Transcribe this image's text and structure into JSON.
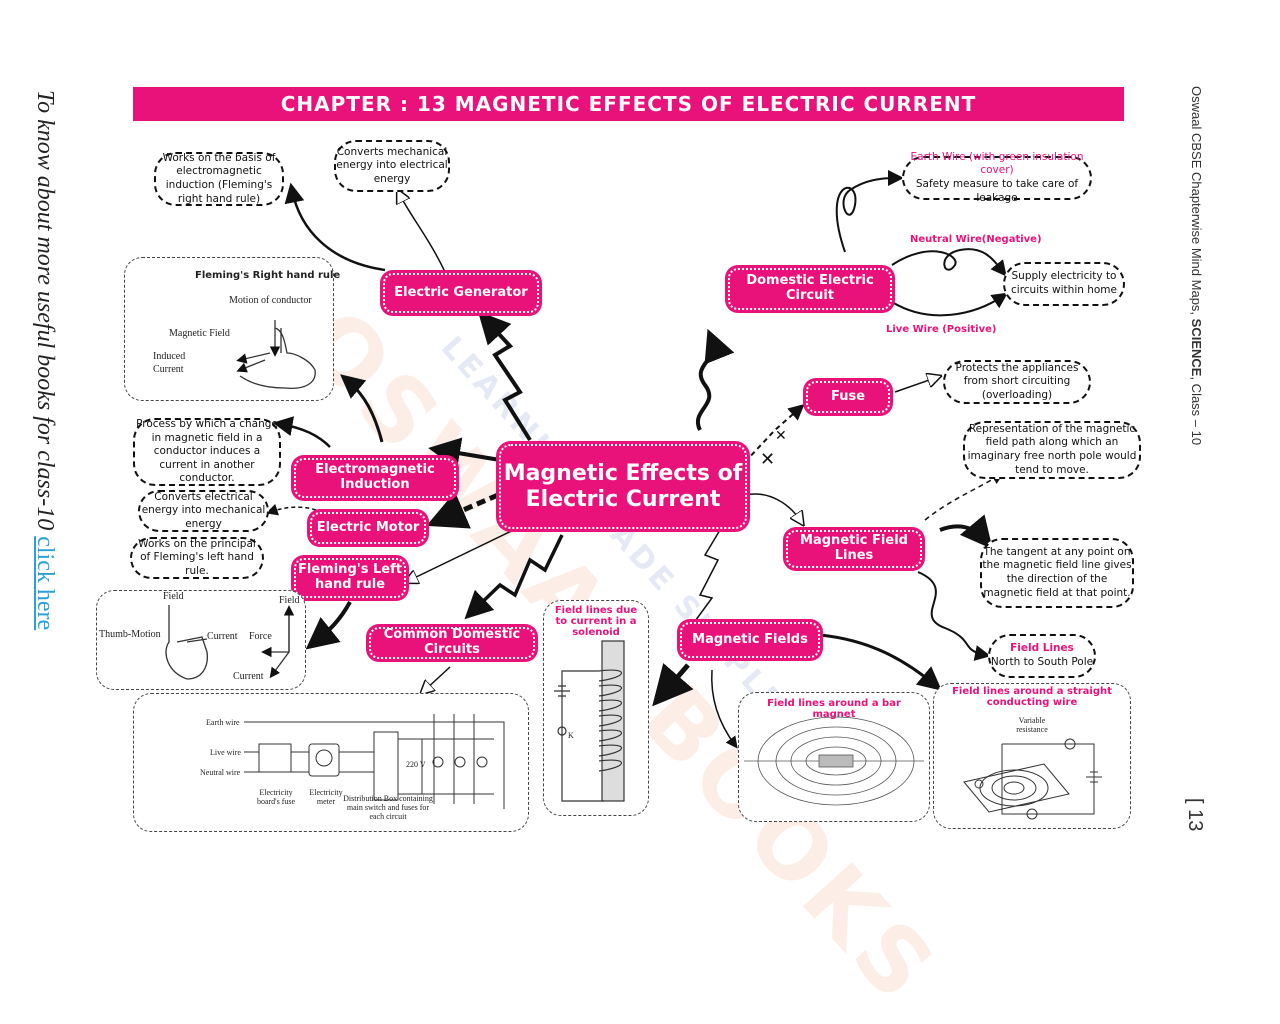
{
  "banner": "CHAPTER : 13 MAGNETIC EFFECTS OF ELECTRIC CURRENT",
  "side": {
    "left_text": "To know about more useful books for class-10 ",
    "left_link": "click here",
    "right_prefix": "Oswaal CBSE Chapterwise Mind Maps, ",
    "right_bold": "SCIENCE",
    "right_suffix": ", Class – 10",
    "page_number": "[ 13"
  },
  "watermark": {
    "main": "OSWAAL BOOKS",
    "sub": "LEARNING MADE SIMPLE"
  },
  "center": "Magnetic Effects of Electric Current",
  "nodes": {
    "electric_generator": "Electric Generator",
    "em_induction": "Electromagnetic Induction",
    "electric_motor": "Electric Motor",
    "flemings_left": "Fleming's Left hand rule",
    "common_circuits": "Common Domestic Circuits",
    "domestic_circuit": "Domestic Electric Circuit",
    "fuse": "Fuse",
    "field_lines": "Magnetic Field Lines",
    "magnetic_fields": "Magnetic Fields"
  },
  "notes": {
    "gen_basis": "Works on the basis of electromagnetic induction (Fleming's right hand rule)",
    "gen_converts": "Converts mechanical energy into electrical energy",
    "induction_def": "Process by which a change in magnetic field in a conductor induces a current in another conductor.",
    "motor_converts": "Converts electrical energy into mechanical energy",
    "motor_principle": "Works on the principal of Fleming's left hand rule.",
    "earth_wire_title": "Earth Wire (with green insulation cover)",
    "earth_wire_desc": "Safety measure to take care of leakage",
    "supply": "Supply electricity to circuits within home",
    "fuse_desc": "Protects the appliances from short circuiting (overloading)",
    "field_rep": "Representation of the magnetic field path along which an imaginary free north pole would tend to move.",
    "tangent": "The tangent at any point on the magnetic field line gives the direction of the magnetic field at that point.",
    "fl_title": "Field Lines",
    "fl_desc": "North to South Pole"
  },
  "wire_labels": {
    "neutral": "Neutral Wire(Negative)",
    "live": "Live Wire (Positive)"
  },
  "right_hand": {
    "title": "Fleming's Right hand rule",
    "motion": "Motion of conductor",
    "field": "Magnetic Field",
    "current": "Induced Current"
  },
  "left_hand": {
    "field": "Field",
    "field2": "Field",
    "thumb": "Thumb-Motion",
    "current": "Current",
    "force": "Force",
    "current2": "Current"
  },
  "circuit": {
    "earth": "Earth wire",
    "live": "Live wire",
    "neutral": "Neutral wire",
    "fuse": "Electricity board's fuse",
    "meter": "Electricity meter",
    "dist": "Distribution Box containing main switch and fuses for each circuit",
    "volt": "220 V"
  },
  "panels": {
    "solenoid": "Field lines due to current in a solenoid",
    "bar": "Field lines around a bar magnet",
    "straight": "Field lines around a straight conducting wire",
    "variable": "Variable resistance",
    "k": "K"
  },
  "colors": {
    "accent": "#e8127a",
    "link": "#2aa1d8"
  }
}
